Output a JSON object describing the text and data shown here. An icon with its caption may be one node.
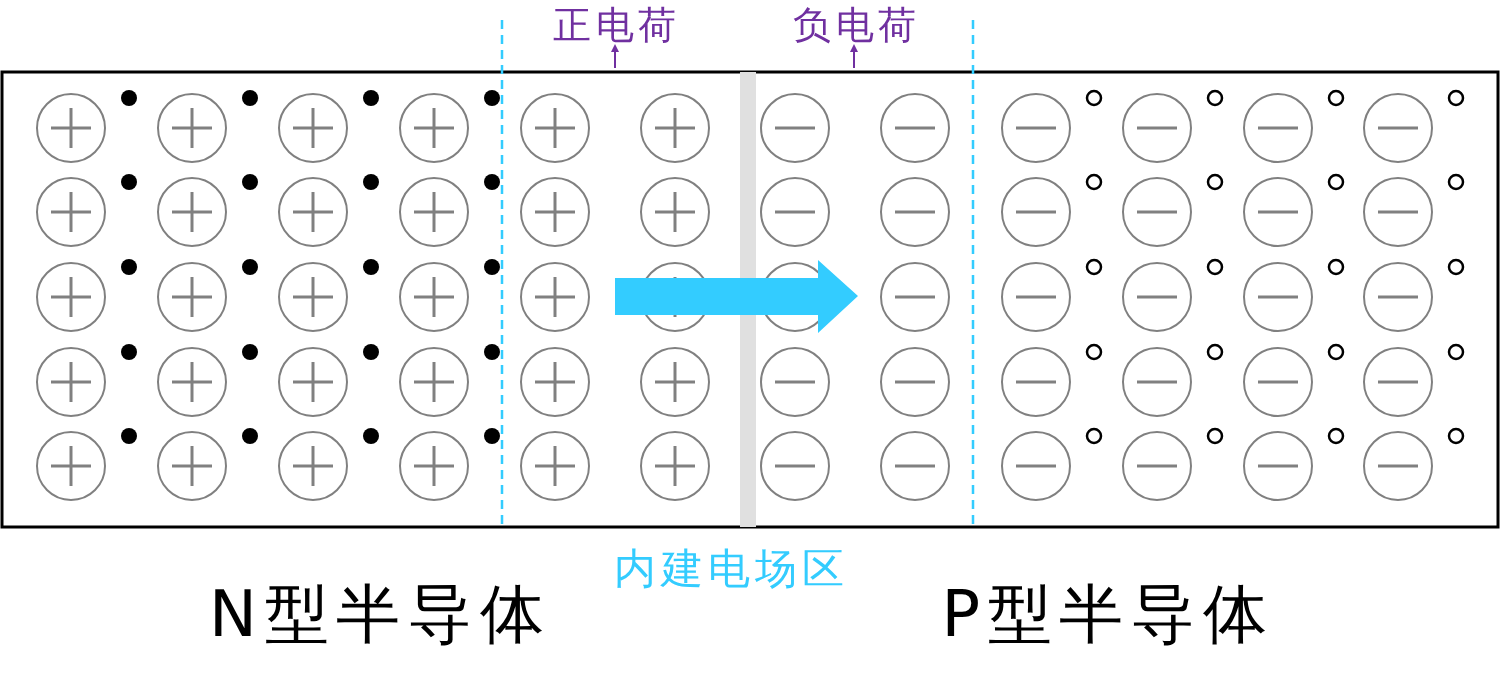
{
  "diagram": {
    "labels": [
      "正电荷",
      "负电荷",
      "内建电场区",
      "N型半导体",
      "P型半导体"
    ]
  }
}
